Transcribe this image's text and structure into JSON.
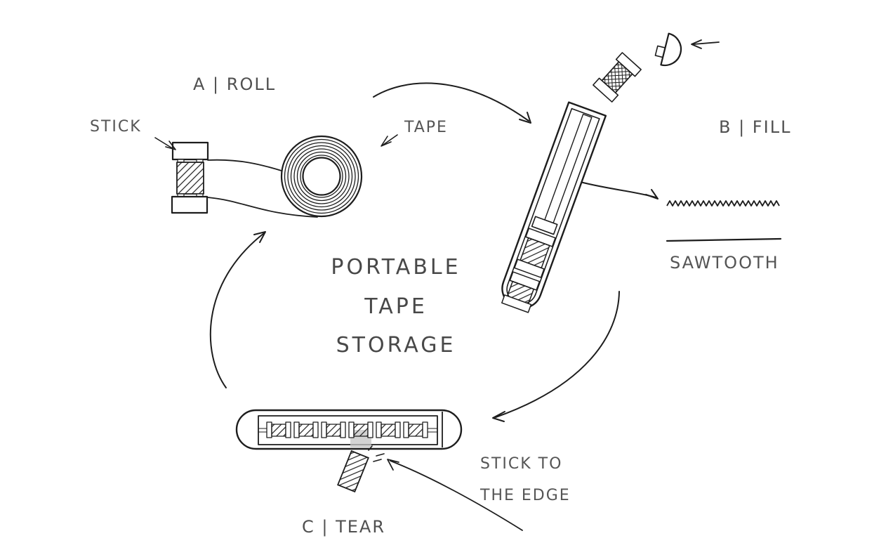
{
  "diagram": {
    "title_lines": [
      "PORTABLE",
      "TAPE",
      "STORAGE"
    ],
    "steps": [
      {
        "id": "A",
        "label": "A | ROLL"
      },
      {
        "id": "B",
        "label": "B | FILL"
      },
      {
        "id": "C",
        "label": "C | TEAR"
      }
    ],
    "callouts": {
      "stick": "STICK",
      "tape": "TAPE",
      "sawtooth": "SAWTOOTH",
      "stick_to_edge": [
        "STICK TO",
        "THE EDGE"
      ]
    },
    "colors": {
      "ink": "#1d1d1d",
      "label_gray": "#555555",
      "title_gray": "#484848",
      "background": "#ffffff",
      "tear_highlight": "#c4c4c4"
    }
  }
}
